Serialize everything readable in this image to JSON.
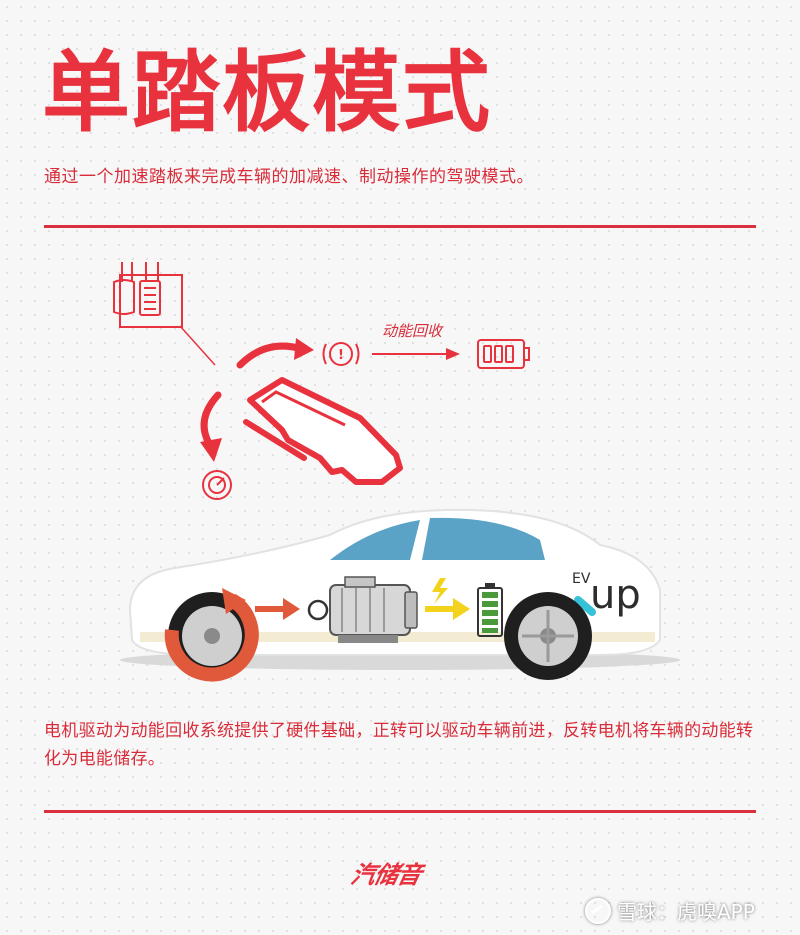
{
  "header": {
    "title": "单踏板模式",
    "subtitle": "通过一个加速踏板来完成车辆的加减速、制动操作的驾驶模式。"
  },
  "diagram": {
    "energy_recovery_label": "动能回收",
    "car_brand_ev": "EV",
    "car_brand_up": "up"
  },
  "description": "电机驱动为动能回收系统提供了硬件基础，正转可以驱动车辆前进，反转电机将车辆的动能转化为电能储存。",
  "footer": {
    "logo": "汽储音",
    "watermark": "雪球：虎嗅APP"
  },
  "colors": {
    "accent_red": "#e8333f",
    "window_blue": "#5aa3c6",
    "arrow_orange": "#e0593a",
    "arrow_yellow": "#f2d21a",
    "battery_green": "#4a9a3c",
    "brand_teal": "#35c1d6"
  }
}
